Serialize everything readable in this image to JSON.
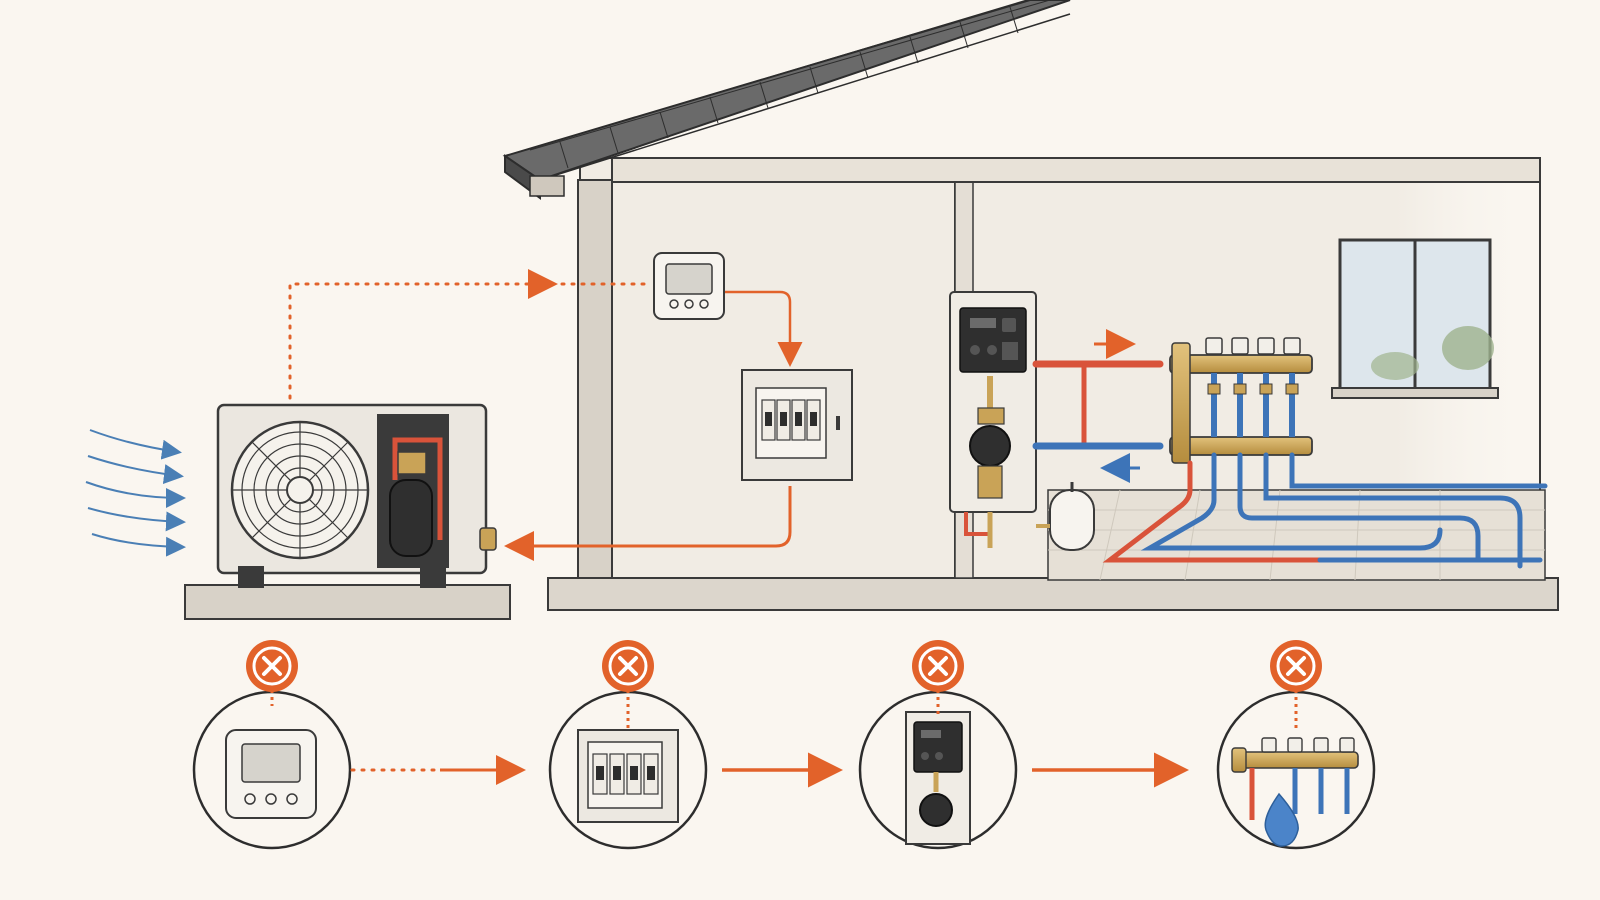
{
  "colors": {
    "background": "#faf6f0",
    "line": "#3a3a3a",
    "wall": "#f1ece4",
    "roof": "#5b5b5b",
    "accent_orange": "#e2622a",
    "supply_red": "#d9533a",
    "return_blue": "#3d74b8",
    "air_arrow": "#4a7fb5",
    "brass": "#c9a357",
    "unit_body": "#ebe7e0",
    "compressor": "#2f2f2f"
  },
  "scene": {
    "components": [
      {
        "key": "outdoor_unit",
        "icon": "heat-pump-outdoor-unit-icon"
      },
      {
        "key": "thermostat",
        "icon": "thermostat-icon"
      },
      {
        "key": "breaker_panel",
        "icon": "breaker-panel-icon"
      },
      {
        "key": "indoor_controller",
        "icon": "hydronic-controller-icon"
      },
      {
        "key": "expansion_tank",
        "icon": "expansion-tank-icon"
      },
      {
        "key": "manifold",
        "icon": "underfloor-manifold-icon"
      },
      {
        "key": "underfloor_loops",
        "icon": "underfloor-pipe-loops-icon"
      },
      {
        "key": "window",
        "icon": "window-icon"
      }
    ],
    "flow_arrows": [
      {
        "from": "outdoor_unit",
        "to": "thermostat",
        "style": "dotted",
        "color": "accent_orange"
      },
      {
        "from": "thermostat",
        "to": "breaker_panel",
        "style": "solid",
        "color": "accent_orange"
      },
      {
        "from": "breaker_panel",
        "to": "outdoor_unit",
        "style": "solid",
        "color": "accent_orange"
      },
      {
        "direction": "supply",
        "color": "supply_red"
      },
      {
        "direction": "return",
        "color": "return_blue"
      }
    ]
  },
  "fault_chain": [
    {
      "component": "thermostat",
      "badge_icon": "fault-x-icon",
      "connector": "dotted"
    },
    {
      "component": "breaker_panel",
      "badge_icon": "fault-x-icon",
      "connector": "solid"
    },
    {
      "component": "indoor_controller",
      "badge_icon": "fault-x-icon",
      "connector": "solid"
    },
    {
      "component": "manifold_leak",
      "badge_icon": "fault-x-icon",
      "connector": "none"
    }
  ]
}
